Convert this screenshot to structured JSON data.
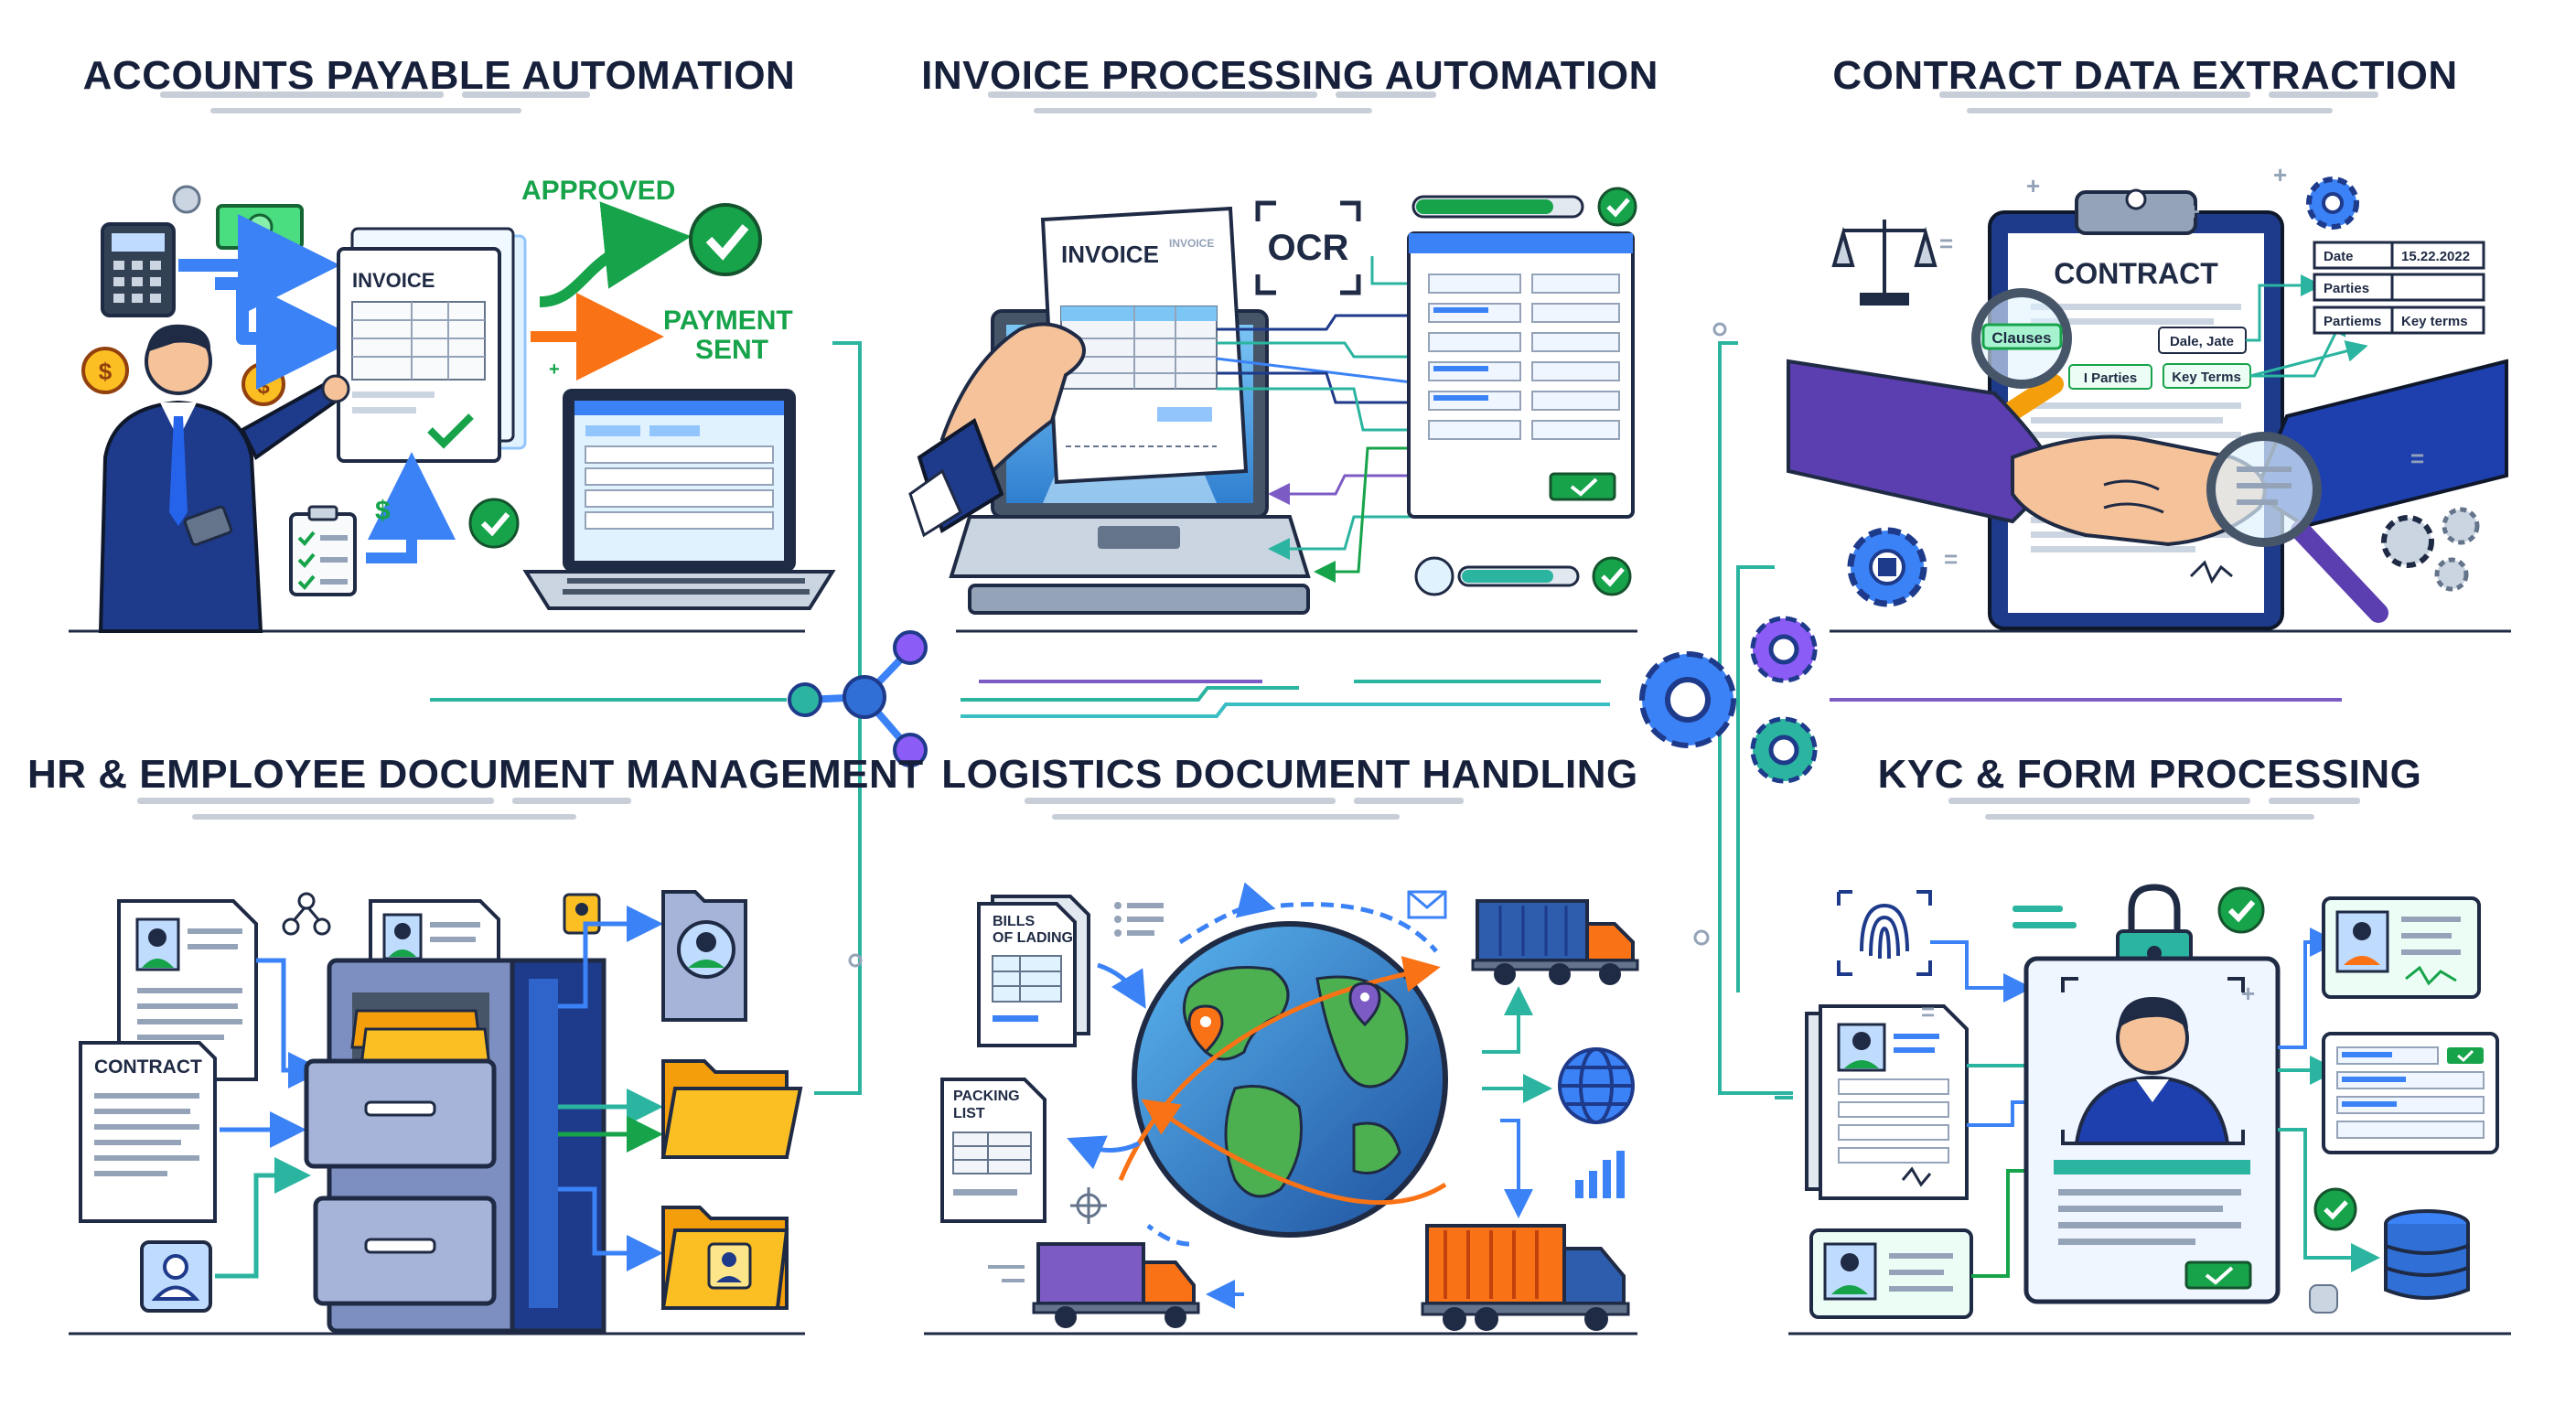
{
  "panels": {
    "ap": {
      "title": "ACCOUNTS PAYABLE AUTOMATION",
      "invoice": "INVOICE",
      "approved": "APPROVED",
      "payment_line1": "PAYMENT",
      "payment_line2": "SENT"
    },
    "ip": {
      "title": "INVOICE PROCESSING AUTOMATION",
      "invoice": "INVOICE",
      "invoice_small": "INVOICE",
      "ocr": "OCR"
    },
    "contract": {
      "title": "CONTRACT DATA EXTRACTION",
      "contract": "CONTRACT",
      "clauses": "Clauses",
      "date_jate": "Dale, Jate",
      "parties_tag": "I Parties",
      "key_terms_tag": "Key Terms",
      "table": [
        {
          "label": "Date",
          "value": "15.22.2022"
        },
        {
          "label": "Parties",
          "value": ""
        },
        {
          "label": "Partiems",
          "value": "Key terms"
        }
      ]
    },
    "hr": {
      "title": "HR & EMPLOYEE DOCUMENT MANAGEMENT",
      "contract": "CONTRACT"
    },
    "logistics": {
      "title": "LOGISTICS DOCUMENT HANDLING",
      "bills_line1": "BILLS",
      "bills_line2": "OF LADING",
      "packing_line1": "PACKING",
      "packing_line2": "LIST"
    },
    "kyc": {
      "title": "KYC & FORM PROCESSING"
    }
  },
  "colors": {
    "navy": "#1e3a8a",
    "blue": "#3b82f6",
    "teal": "#2bb5a0",
    "green": "#16a34a",
    "orange": "#f59e0b",
    "purple": "#7c5cc4",
    "gray": "#9aa3b2"
  }
}
